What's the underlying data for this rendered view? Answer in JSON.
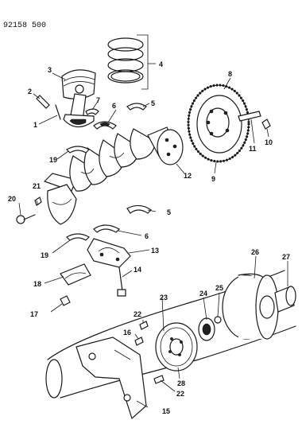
{
  "diagram_ref": "92158 500",
  "labels": {
    "l1": "1",
    "l2": "2",
    "l3": "3",
    "l4": "4",
    "l5a": "5",
    "l5b": "5",
    "l6a": "6",
    "l6b": "6",
    "l7": "7",
    "l8": "8",
    "l9": "9",
    "l10": "10",
    "l11": "11",
    "l12": "12",
    "l13": "13",
    "l14": "14",
    "l15": "15",
    "l16": "16",
    "l17": "17",
    "l18": "18",
    "l19a": "19",
    "l19b": "19",
    "l20": "20",
    "l21": "21",
    "l22a": "22",
    "l22b": "22",
    "l23": "23",
    "l24": "24",
    "l25": "25",
    "l26": "26",
    "l27": "27",
    "l28": "28"
  }
}
